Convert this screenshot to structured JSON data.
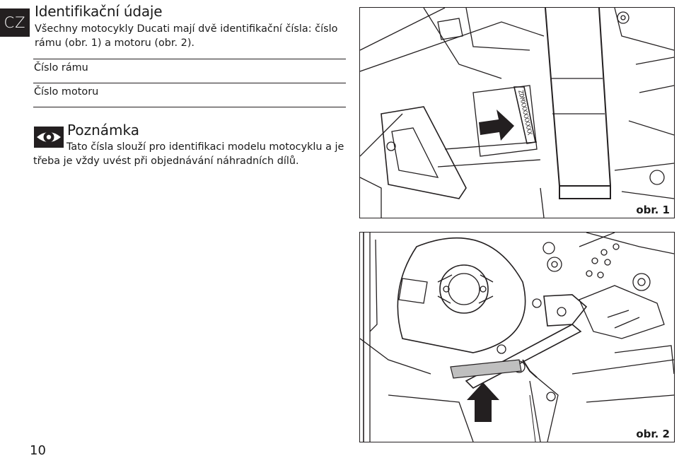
{
  "header": {
    "language_code": "CZ",
    "title": "Identifikační údaje"
  },
  "intro": {
    "text": "Všechny motocykly Ducati mají dvě identifikační čísla: číslo rámu (obr. 1) a motoru (obr. 2)."
  },
  "fields": [
    {
      "label": "Číslo rámu"
    },
    {
      "label": "Číslo motoru"
    }
  ],
  "note": {
    "icon": "eye-icon",
    "title": "Poznámka",
    "text": "Tato čísla slouží pro identifikaci modelu motocyklu a je třeba je vždy uvést při objednávání náhradních dílů."
  },
  "figures": [
    {
      "caption": "obr. 1",
      "stamp_text": "ZDMXXXXXXXXX"
    },
    {
      "caption": "obr. 2"
    }
  ],
  "footer": {
    "page_number": "10"
  }
}
